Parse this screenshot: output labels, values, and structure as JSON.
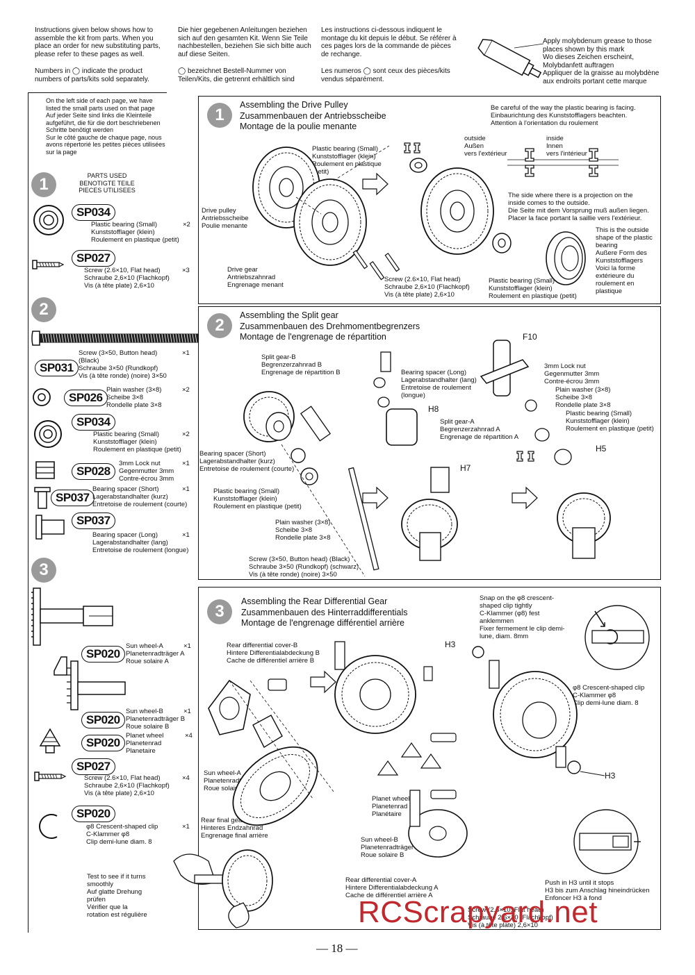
{
  "header": {
    "col_en": "Instructions given below shows how to\nassemble the kit from parts. When you\nplace an order for new substituting parts,\nplease refer to these pages as well.",
    "col_en2": "Numbers in ◯ indicate the product\nnumbers of parts/kits sold separately.",
    "col_de": "Die hier gegebenen Anleitungen beziehen\nsich auf den gesamten Kit. Wenn Sie Teile\nnachbestellen, beziehen Sie sich bitte auch\nauf diese Seiten.",
    "col_de2": "◯ bezeichnet Bestell-Nummer von\nTeilen/Kits, die getrennt erhältlich sind",
    "col_fr": "Les instructions ci-dessous indiquent le\nmontage du kit depuis le début. Se référer à\nces pages lors de la commande de pièces\nde rechange.",
    "col_fr2": "Les numeros ◯ sont ceux des pièces/kits\nvendus séparément.",
    "grease": "Apply molybdenum grease to those\nplaces shown by this mark\nWo dieses Zeichen erscheint,\nMolybdanfett auftragen\nAppliquer de la graisse au molybdène\naux endroits portant cette marque"
  },
  "sidebar": {
    "intro": "On the left side of each page, we have\nlisted the small parts used on that page\nAuf jeder Seite sind links die Kleinteile\naufgeführt, die für die dort beschriebenen\nSchritte benötigt werden\nSur le côté gauche de chaque page, nous\navons répertorié les petites pièces utilisées\nsur la page",
    "parts_used": "PARTS USED\nBENOTIGTE TEILE\nPIECES UTILISEES",
    "step1_num": "1",
    "step2_num": "2",
    "step3_num": "3",
    "parts": [
      {
        "code": "SP034",
        "desc": "Plastic bearing (Small)\nKunststofflager (klein)\nRoulement en plastique (petit)",
        "qty": "×2"
      },
      {
        "code": "SP027",
        "desc": "Screw (2.6×10, Flat head)\nSchraube 2,6×10 (Flachkopf)\nVis (à tête plate) 2,6×10",
        "qty": "×3"
      },
      {
        "code": "SP031",
        "desc": "Screw (3×50, Button head)\n(Black)\nSchraube 3×50 (Rundkopf)\nVis (à tête ronde) (noire) 3×50",
        "qty": "×1"
      },
      {
        "code": "SP026",
        "desc": "Plain washer (3×8)\nScheibe 3×8\nRondelle plate 3×8",
        "qty": "×2"
      },
      {
        "code": "SP034",
        "desc": "Plastic bearing (Small)\nKunststofflager (klein)\nRoulement en plastique (petit)",
        "qty": "×2"
      },
      {
        "code": "SP028",
        "desc": "3mm Lock nut\nGegenmutter 3mm\nContre-écrou 3mm",
        "qty": "×1"
      },
      {
        "code": "SP037",
        "desc": "Bearing spacer (Short)\nLagerabstandhalter (kurz)\nEntretoise de roulement (courte)",
        "qty": "×1"
      },
      {
        "code": "SP037",
        "desc": "Bearing spacer (Long)\nLagerabstandhalter (lang)\nEntretoise de roulement (longue)",
        "qty": "×1"
      },
      {
        "code": "SP020",
        "desc": "Sun wheel-A\nPlanetenradträger A\nRoue solaire A",
        "qty": "×1"
      },
      {
        "code": "SP020",
        "desc": "Sun wheel-B\nPlanetenradträger B\nRoue solaire B",
        "qty": "×1"
      },
      {
        "code": "SP020",
        "desc": "Planet wheel\nPlanetenrad\nPlanetaire",
        "qty": "×4"
      },
      {
        "code": "SP027",
        "desc": "Screw (2.6×10, Flat head)\nSchraube 2,6×10 (Flachkopf)\nVis (à tête plate) 2,6×10",
        "qty": "×4"
      },
      {
        "code": "SP020",
        "desc": "φ8 Crescent-shaped clip\nC-Klammer φ8\nClip demi-lune diam. 8",
        "qty": "×1"
      }
    ]
  },
  "step1": {
    "num": "1",
    "title": "Assembling the Drive Pulley\nZusammenbauen der Antriebsscheibe\nMontage de la poulie menante",
    "bearing_note": "Be careful of the way the plastic bearing is facing.\nEinbaurichtung des Kunststofflagers beachten.\nAttention à l'orientation du roulement",
    "outside": "outside\nAußen\nvers l'extérieur",
    "inside": "inside\nInnen\nvers l'intérieur",
    "projection": "The side where there is a projection on the\ninside comes to the outside.\nDie Seite mit dem Vorsprung muß außen liegen.\nPlacer la face portant la saillie vers l'extérieur.",
    "outside_shape": "This is the outside\nshape of the plastic\nbearing\nAußere Form des\nKunststofflagers\nVoici la forme\nextérieure du\nroulement en\nplastique",
    "bearing_lbl": "Plastic bearing (Small)\nKunststofflager (klein)\nRoulement en plastique\n(petit)",
    "drive_pulley": "Drive pulley\nAntriebsscheibe\nPoulie menante",
    "drive_gear": "Drive gear\nAntriebszahnrad\nEngrenage menant",
    "screw_lbl": "Screw (2.6×10, Flat head)\nSchraube 2,6×10 (Flachkopf)\nVis (à tête plate) 2,6×10",
    "bearing_lbl2": "Plastic bearing (Small)\nKunststofflager (klein)\nRoulement en plastique (petit)"
  },
  "step2": {
    "num": "2",
    "title": "Assembling the Split gear\nZusammenbauen des Drehmomentbegrenzers\nMontage de l'engrenage de répartition",
    "split_b": "Split gear-B\nBegrenzerzahnrad B\nEngrenage de répartition B",
    "spacer_short": "Bearing spacer (Short)\nLagerabstandhalter (kurz)\nEntretoise de roulement (courte)",
    "bearing": "Plastic bearing (Small)\nKunststofflager (klein)\nRoulement en plastique (petit)",
    "washer": "Plain washer (3×8)\nScheibe 3×8\nRondelle plate 3×8",
    "screw": "Screw (3×50, Button head) (Black)\nSchraube 3×50 (Rundkopf) (schwarz)\nVis (à tête ronde) (noire) 3×50",
    "spacer_long": "Bearing spacer (Long)\nLagerabstandhalter (lang)\nEntretoise de roulement\n(longue)",
    "split_a": "Split gear-A\nBegrenzerzahnrad A\nEngrenage de répartition A",
    "h8": "H8",
    "h7": "H7",
    "f10": "F10",
    "locknut": "3mm Lock nut\nGegenmutter 3mm\nContre-écrou 3mm",
    "washer2": "Plain washer (3×8)\nScheibe 3×8\nRondelle plate 3×8",
    "bearing2": "Plastic bearing (Small)\nKunststofflager (klein)\nRoulement en plastique (petit)",
    "h5": "H5"
  },
  "step3": {
    "num": "3",
    "title": "Assembling the Rear Differential Gear\nZusammenbauen des Hinterraddifferentials\nMontage de l'engrenage différentiel arrière",
    "cover_b": "Rear differential cover-B\nHintere Differentialabdeckung B\nCache de différentiel arrière B",
    "sun_a": "Sun wheel-A\nPlanetenradträger A\nRoue solaire A",
    "final_gear": "Rear final gear\nHinteres Endzahnrad\nEngrenage final arrière",
    "test": "Test to see if it turns\nsmoothly\nAuf glatte Drehung\nprüfen\nVérifier que la\nrotation est régulière",
    "planet": "Planet wheel\nPlanetenrad\nPlanétaire",
    "sun_b": "Sun wheel-B\nPlanetenradträger B\nRoue solaire B",
    "cover_a": "Rear differential cover-A\nHintere Differentialabdeckung A\nCache de différentiel arrière A",
    "screw": "Screw (2.6×10, Flat head)\nSchraube 2,6×10 (Flachkopf)\nVis (à tête plate) 2,6×10",
    "snap": "Snap on the φ8 crescent-\nshaped clip tightly\nC-Klammer (φ8) fest\nanklemmen\nFixer fermement le clip demi-\nlune, diam. 8mm",
    "h3": "H3",
    "h3b": "H3",
    "clip": "φ8 Crescent-shaped clip\nC-Klammer φ8\nClip demi-lune diam. 8",
    "push": "Push in H3 until it stops\nH3 bis zum Anschlag hineindrücken\nEnfoncer H3 à fond"
  },
  "footer": {
    "page": "— 18 —",
    "watermark": "RCScrapyard.net"
  },
  "colors": {
    "watermark": "#c0282d",
    "step_circle": "#9a9a9a"
  }
}
